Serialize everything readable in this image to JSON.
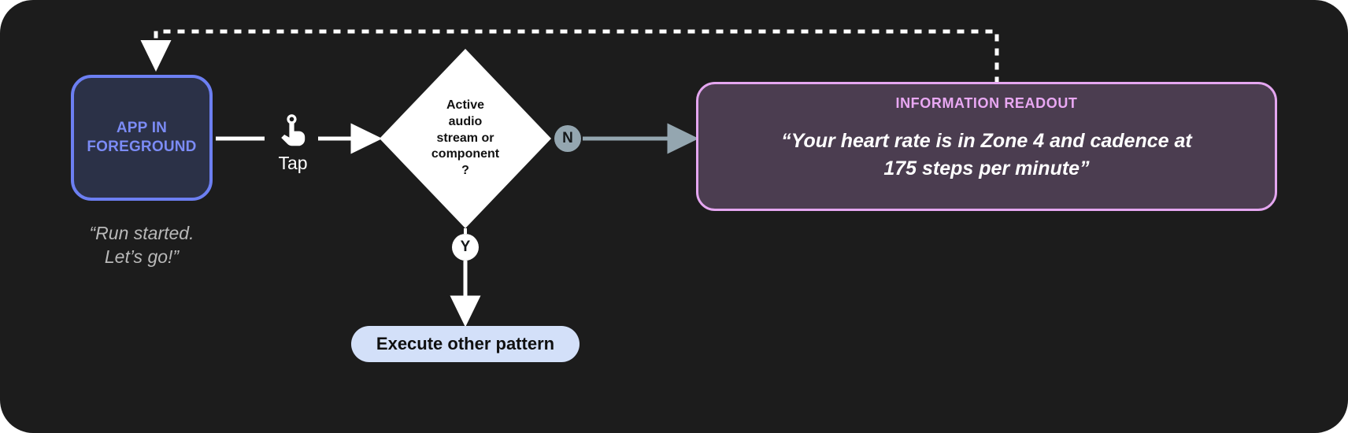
{
  "diagram": {
    "background_color": "#1c1c1c",
    "nodes": {
      "app_foreground": {
        "label": "APP IN\nFOREGROUND",
        "label_line1": "APP IN",
        "label_line2": "FOREGROUND",
        "border_color": "#6c7ff2",
        "fill_color": "#2b3147",
        "text_color": "#7b8bf5"
      },
      "app_caption": {
        "line1": "“Run started.",
        "line2": "Let’s go!”",
        "text_color": "#b9b9b9"
      },
      "tap": {
        "icon": "tap-gesture-icon",
        "label": "Tap",
        "text_color": "#ffffff"
      },
      "decision": {
        "line1": "Active",
        "line2": "audio",
        "line3": "stream or",
        "line4": "component",
        "line5": "?",
        "fill_color": "#ffffff",
        "text_color": "#121212"
      },
      "branch_no": {
        "label": "N",
        "fill_color": "#94a6b0",
        "text_color": "#15181a"
      },
      "branch_yes": {
        "label": "Y",
        "fill_color": "#ffffff",
        "text_color": "#15181a"
      },
      "readout": {
        "title": "INFORMATION READOUT",
        "body_line1": "“Your heart rate is in Zone 4 and cadence at",
        "body_line2": "175 steps per minute”",
        "border_color": "#e4a6f0",
        "fill_color": "#4b3d50",
        "title_color": "#e9a8f3",
        "body_color": "#ffffff"
      },
      "execute_other": {
        "label": "Execute other pattern",
        "fill_color": "#d3e0f9",
        "text_color": "#101010"
      }
    },
    "edges": {
      "app_to_decision": {
        "style": "solid",
        "color": "#ffffff"
      },
      "decision_to_readout": {
        "style": "solid",
        "color": "#94a6b0"
      },
      "decision_to_execute": {
        "style": "solid",
        "color": "#ffffff"
      },
      "readout_feedback_to_app": {
        "style": "dotted",
        "color": "#ffffff"
      }
    }
  }
}
